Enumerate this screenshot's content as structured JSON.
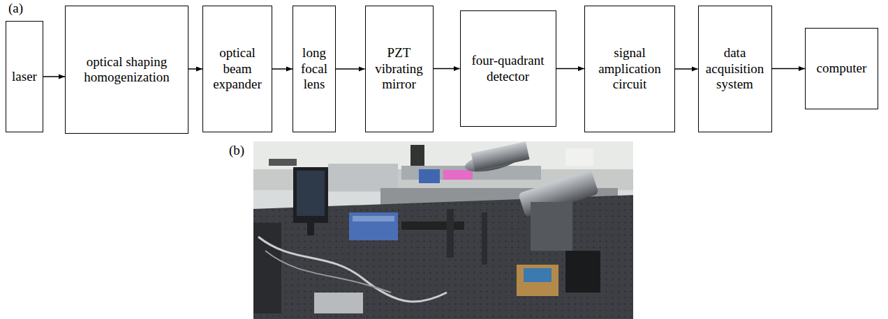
{
  "diagram": {
    "nodes": [
      {
        "text": [
          "laser"
        ]
      },
      {
        "text": [
          "optical shaping homogenization"
        ]
      },
      {
        "text": [
          "optical beam expander"
        ]
      },
      {
        "text": [
          "long focal lens"
        ]
      },
      {
        "text": [
          "PZT vibrating mirror"
        ]
      },
      {
        "text": [
          "four-quadrant detector"
        ]
      },
      {
        "text": [
          "signal amplication circuit"
        ]
      },
      {
        "text": [
          "data acquisition system"
        ]
      },
      {
        "text": [
          "computer"
        ]
      }
    ],
    "edges": [
      {
        "from": 0,
        "to": 1,
        "arrow": "to"
      },
      {
        "from": 1,
        "to": 2,
        "arrow": "to"
      },
      {
        "from": 2,
        "to": 3,
        "arrow": "to"
      },
      {
        "from": 3,
        "to": 4,
        "arrow": "to"
      },
      {
        "from": 4,
        "to": 5,
        "arrow": "to"
      },
      {
        "from": 5,
        "to": 6,
        "arrow": "to"
      },
      {
        "from": 6,
        "to": 7,
        "arrow": "to"
      },
      {
        "from": 7,
        "to": 8,
        "arrow": "to"
      }
    ],
    "labels": [
      "(a)",
      "(b)"
    ]
  }
}
